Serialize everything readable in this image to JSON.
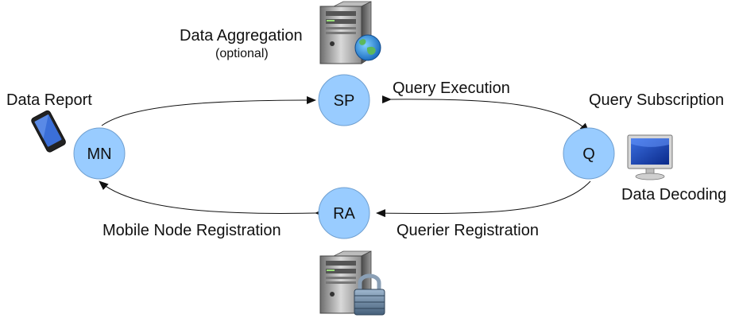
{
  "nodes": {
    "mn": "MN",
    "sp": "SP",
    "ra": "RA",
    "q": "Q"
  },
  "labels": {
    "data_aggregation": "Data Aggregation",
    "optional": "(optional)",
    "data_report": "Data Report",
    "query_execution": "Query Execution",
    "query_subscription": "Query Subscription",
    "data_decoding": "Data Decoding",
    "mobile_node_registration": "Mobile Node Registration",
    "querier_registration": "Querier Registration"
  },
  "icons": {
    "sp_server": "server-globe-icon",
    "ra_server": "server-lock-icon",
    "mobile": "smartphone-icon",
    "querier": "monitor-icon"
  },
  "colors": {
    "node_fill": "#99CCFF",
    "node_stroke": "#6f9fd0",
    "arrow": "#111111"
  }
}
